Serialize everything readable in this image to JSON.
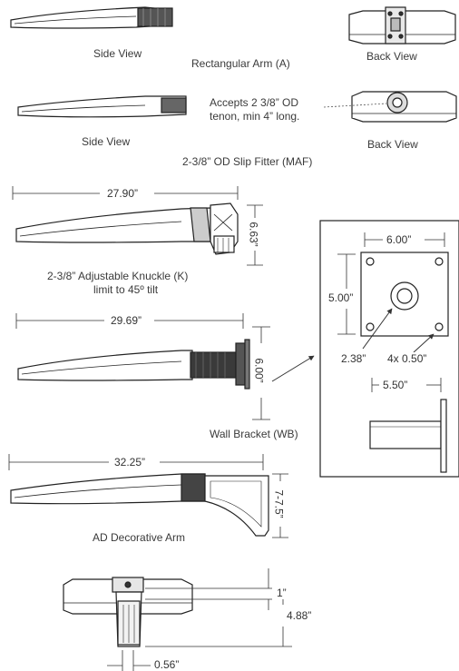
{
  "labels": {
    "side_view_1": "Side View",
    "rect_arm": "Rectangular Arm (A)",
    "back_view_1": "Back View",
    "tenon_line1": "Accepts 2 3/8” OD",
    "tenon_line2": "tenon, min 4” long.",
    "side_view_2": "Side View",
    "back_view_2": "Back View",
    "slip_fitter": "2-3/8” OD Slip Fitter (MAF)",
    "knuckle_line1": "2-3/8” Adjustable Knuckle (K)",
    "knuckle_line2": "limit to 45º tilt",
    "wall_bracket": "Wall Bracket (WB)",
    "decorative_arm": "AD Decorative Arm"
  },
  "dimensions": {
    "knuckle_length": "27.90”",
    "knuckle_height": "6.63”",
    "wb_length": "29.69”",
    "wb_height": "6.00”",
    "plate_width": "6.00”",
    "plate_height": "5.00”",
    "hole_center": "2.38”",
    "bolt_holes": "4x 0.50”",
    "bracket_depth": "5.50”",
    "ad_length": "32.25”",
    "ad_height": "7-7.5”",
    "bottom_1": "1”",
    "bottom_488": "4.88”",
    "bottom_056": "0.56”"
  }
}
